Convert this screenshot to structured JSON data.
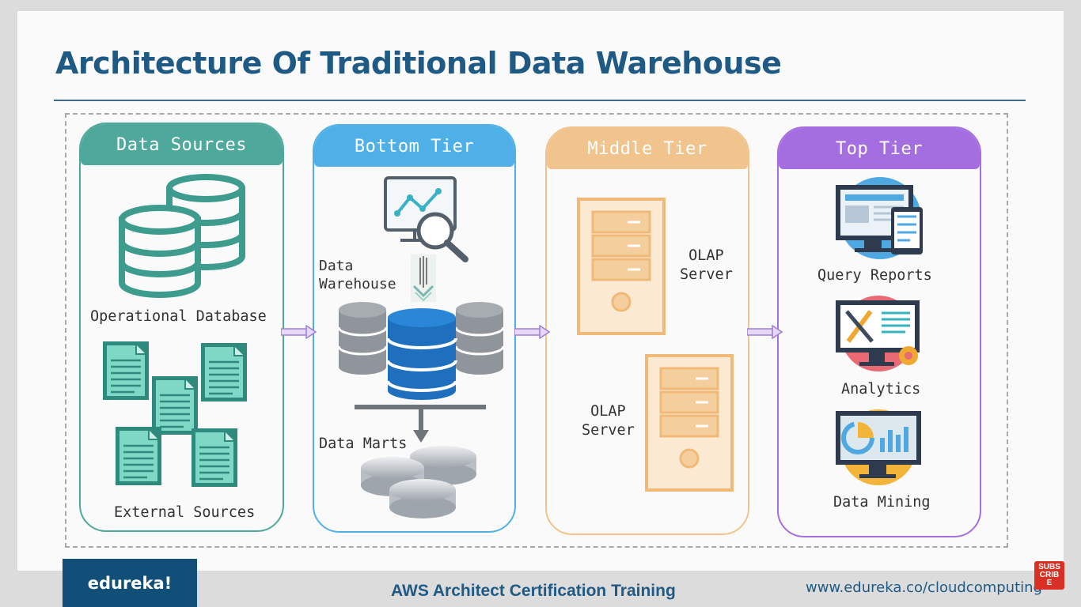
{
  "title": "Architecture Of Traditional Data Warehouse",
  "panels": [
    {
      "header": "Data Sources",
      "color": "#4ea89b",
      "labels": {
        "operational": "Operational Database",
        "external": "External Sources"
      }
    },
    {
      "header": "Bottom Tier",
      "color": "#4fb0e8",
      "labels": {
        "warehouse": "Data\nWarehouse",
        "marts": "Data Marts"
      }
    },
    {
      "header": "Middle Tier",
      "color": "#f0c48c",
      "labels": {
        "server1": "OLAP\nServer",
        "server2": "OLAP\nServer"
      }
    },
    {
      "header": "Top Tier",
      "color": "#a46ee0",
      "labels": {
        "reports": "Query Reports",
        "analytics": "Analytics",
        "mining": "Data Mining"
      }
    }
  ],
  "icons": {
    "operational": "database-stack-icon",
    "external": "documents-icon",
    "analysis": "chart-magnifier-icon",
    "download": "down-arrow-icon",
    "warehouse": "warehouse-database-icon",
    "marts": "data-marts-disks-icon",
    "server": "server-tower-icon",
    "reports": "monitor-tablet-icon",
    "analytics": "tools-monitor-icon",
    "mining": "chart-monitor-icon"
  },
  "footer": {
    "logo": "edureka!",
    "course": "AWS Architect Certification Training",
    "url": "www.edureka.co/cloudcomputing",
    "subscribe": "SUBSCRIBE"
  }
}
